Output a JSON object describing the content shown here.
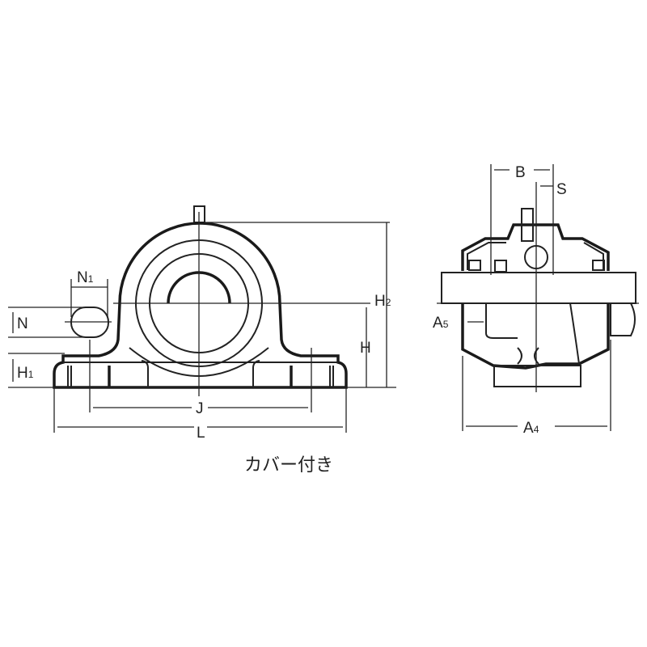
{
  "front_view": {
    "labels": {
      "N1": {
        "main": "N",
        "sub": "1"
      },
      "N": {
        "main": "N",
        "sub": ""
      },
      "H1": {
        "main": "H",
        "sub": "1"
      },
      "H2": {
        "main": "H",
        "sub": "2"
      },
      "H": {
        "main": "H",
        "sub": ""
      },
      "J": {
        "main": "J",
        "sub": ""
      },
      "L": {
        "main": "L",
        "sub": ""
      }
    }
  },
  "side_view": {
    "labels": {
      "B": {
        "main": "B",
        "sub": ""
      },
      "S": {
        "main": "S",
        "sub": ""
      },
      "A5": {
        "main": "A",
        "sub": "5"
      },
      "A4": {
        "main": "A",
        "sub": "4"
      }
    }
  },
  "caption": "カバー付き"
}
